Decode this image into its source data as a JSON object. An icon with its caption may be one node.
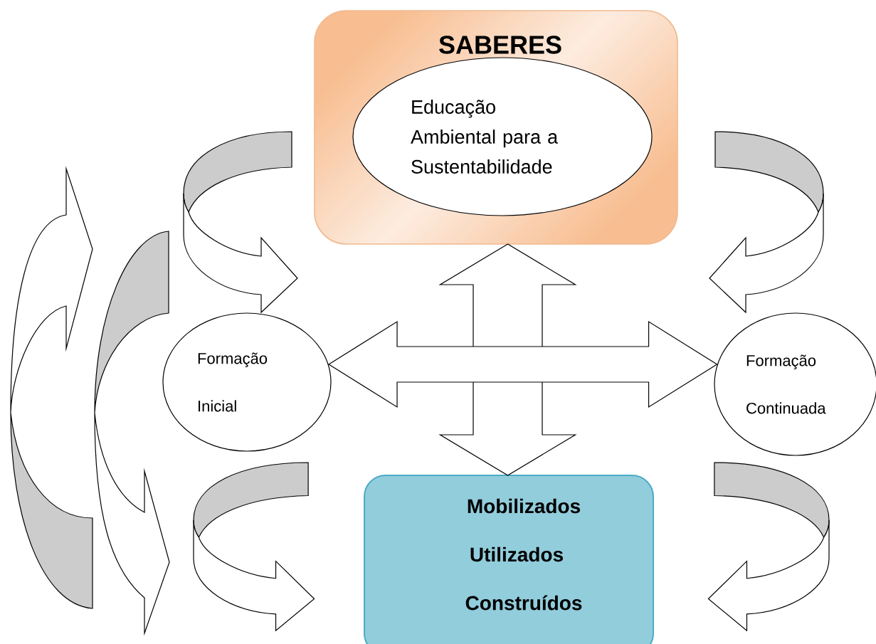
{
  "diagram": {
    "nodes": [
      {
        "text": [
          "SABERES"
        ]
      },
      {
        "text": [
          "Educação Ambiental para a Sustentabilidade"
        ],
        "in": 0
      },
      {
        "text": [
          "Formação Inicial"
        ]
      },
      {
        "text": [
          "Formação Continuada"
        ]
      },
      {
        "text": [
          "Mobilizados",
          "Utilizados",
          "Construídos"
        ]
      }
    ],
    "edges": [
      {
        "from": 0,
        "to": 4,
        "arrow": "both"
      },
      {
        "from": 2,
        "to": 3,
        "arrow": "both"
      }
    ]
  }
}
